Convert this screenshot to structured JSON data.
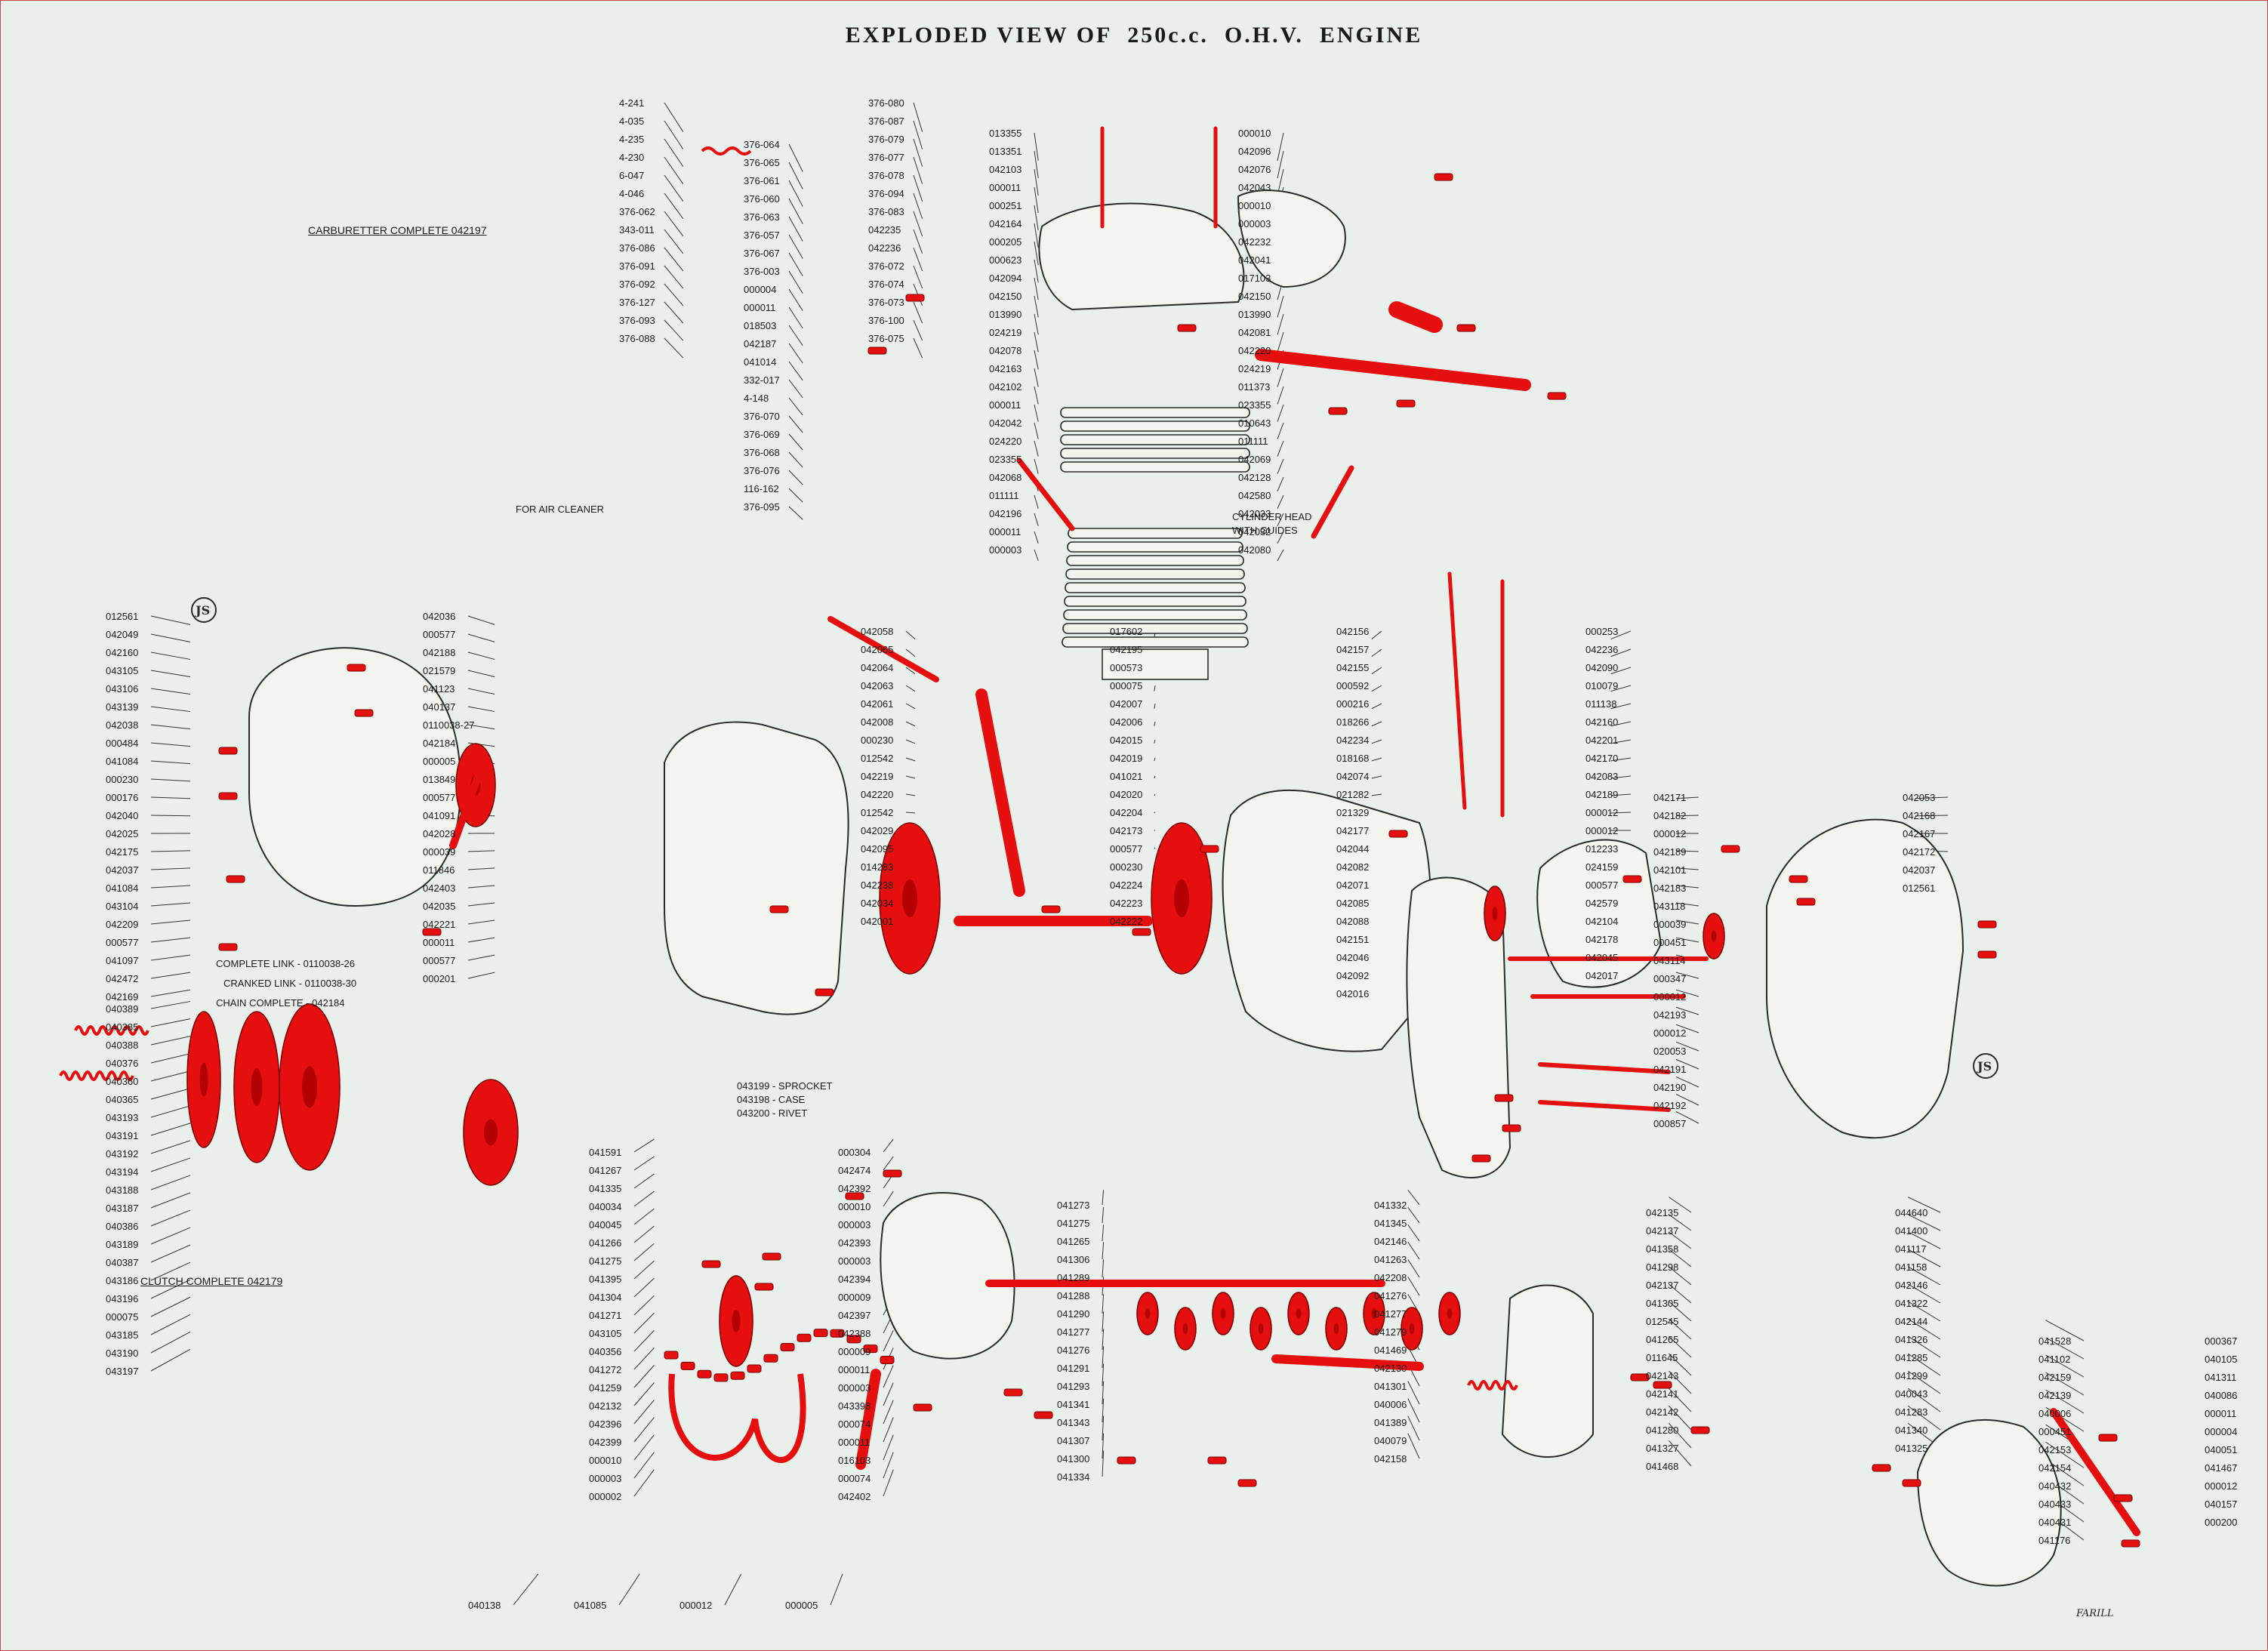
{
  "title": "EXPLODED VIEW OF  250c.c.  O.H.V.  ENGINE",
  "colors": {
    "part": "#e60f0f",
    "outline": "#2a2a2a",
    "paper": "#e9efea"
  },
  "captions": {
    "carburetter": "CARBURETTER COMPLETE 042197",
    "clutch": "CLUTCH COMPLETE 042179",
    "air_cleaner": "FOR AIR CLEANER",
    "cyl_head": "CYLINDER HEAD",
    "with_guides": "WITH GUIDES",
    "complete_link": "COMPLETE LINK - 0110038-26",
    "cranked_link": "CRANKED LINK - 0110038-30",
    "chain_complete": "CHAIN COMPLETE - 042184",
    "sprocket_list": [
      "043199 - SPROCKET",
      "043198 - CASE",
      "043200 - RIVET"
    ]
  },
  "logos": [
    {
      "text": "JS"
    },
    {
      "text": "JS"
    }
  ],
  "part_numbers": [
    "4-241",
    "4-035",
    "4-235",
    "4-230",
    "6-047",
    "4-046",
    "376-062",
    "343-011",
    "376-086",
    "376-091",
    "376-092",
    "376-127",
    "376-093",
    "376-088",
    "376-080",
    "376-087",
    "376-079",
    "376-077",
    "376-078",
    "376-094",
    "376-083",
    "042235",
    "042236",
    "376-072",
    "376-074",
    "376-073",
    "376-100",
    "376-075",
    "376-064",
    "376-065",
    "376-061",
    "376-060",
    "376-063",
    "376-057",
    "376-067",
    "376-003",
    "000004",
    "000011",
    "018503",
    "042187",
    "041014",
    "332-017",
    "4-148",
    "376-070",
    "376-069",
    "376-068",
    "376-076",
    "116-162",
    "376-095",
    "013355",
    "013351",
    "042103",
    "000011",
    "000251",
    "042164",
    "000205",
    "000623",
    "042094",
    "042150",
    "013990",
    "024219",
    "042078",
    "042163",
    "042102",
    "000011",
    "042042",
    "024220",
    "023355",
    "042068",
    "011111",
    "042196",
    "000011",
    "000003",
    "000010",
    "042096",
    "042076",
    "042043",
    "000010",
    "000003",
    "042232",
    "042041",
    "017103",
    "042150",
    "013990",
    "042081",
    "042220",
    "024219",
    "011373",
    "023355",
    "010643",
    "011111",
    "042069",
    "042128",
    "042580",
    "042033",
    "042032",
    "042080",
    "012561",
    "042049",
    "042160",
    "043105",
    "043106",
    "043139",
    "042038",
    "000484",
    "041084",
    "000230",
    "000176",
    "042040",
    "042025",
    "042175",
    "042037",
    "041084",
    "043104",
    "042209",
    "000577",
    "041097",
    "042472",
    "042169",
    "042036",
    "000577",
    "042188",
    "021579",
    "041123",
    "040137",
    "0110038-27",
    "042184",
    "000005",
    "013849",
    "000577",
    "041091",
    "042028",
    "000039",
    "011846",
    "042403",
    "042035",
    "042221",
    "000011",
    "000577",
    "000201",
    "042058",
    "042065",
    "042064",
    "042063",
    "042061",
    "042008",
    "000230",
    "012542",
    "042219",
    "042220",
    "012542",
    "042029",
    "042095",
    "014283",
    "042238",
    "042034",
    "042001",
    "017602",
    "042195",
    "000573",
    "000075",
    "042007",
    "042006",
    "042015",
    "042019",
    "041021",
    "042020",
    "042204",
    "042173",
    "000577",
    "000230",
    "042224",
    "042223",
    "042222",
    "042156",
    "042157",
    "042155",
    "000592",
    "000216",
    "018266",
    "042234",
    "018168",
    "042074",
    "021282",
    "021329",
    "042177",
    "042044",
    "042082",
    "042071",
    "042085",
    "042088",
    "042151",
    "042046",
    "042092",
    "042016",
    "000253",
    "042236",
    "042090",
    "010079",
    "011138",
    "042160",
    "042201",
    "042170",
    "042083",
    "042189",
    "000012",
    "000012",
    "012233",
    "024159",
    "000577",
    "042579",
    "042104",
    "042178",
    "042045",
    "042017",
    "042171",
    "042182",
    "000012",
    "042189",
    "042101",
    "042183",
    "043118",
    "000039",
    "000451",
    "043114",
    "000347",
    "000012",
    "042193",
    "000012",
    "020053",
    "042191",
    "042190",
    "042192",
    "000857",
    "042053",
    "042168",
    "042167",
    "042172",
    "042037",
    "012561",
    "040389",
    "040385",
    "040388",
    "040376",
    "040360",
    "040365",
    "043193",
    "043191",
    "043192",
    "043194",
    "043188",
    "043187",
    "040386",
    "043189",
    "040387",
    "043186",
    "043196",
    "000075",
    "043185",
    "043190",
    "043197",
    "041591",
    "041267",
    "041335",
    "040034",
    "040045",
    "041266",
    "041275",
    "041395",
    "041304",
    "041271",
    "043105",
    "040356",
    "041272",
    "041259",
    "042132",
    "042396",
    "042399",
    "000010",
    "000003",
    "000002",
    "000304",
    "042474",
    "042392",
    "000010",
    "000003",
    "042393",
    "000003",
    "042394",
    "000009",
    "042397",
    "042388",
    "000009",
    "000011",
    "000003",
    "043398",
    "000074",
    "000011",
    "016103",
    "000074",
    "042402",
    "041273",
    "041275",
    "041265",
    "041306",
    "041289",
    "041288",
    "041290",
    "041277",
    "041276",
    "041291",
    "041293",
    "041341",
    "041343",
    "041307",
    "041300",
    "041334",
    "041332",
    "041345",
    "042146",
    "041263",
    "042208",
    "041276",
    "041277",
    "041279",
    "041469",
    "042130",
    "041301",
    "040006",
    "041389",
    "040079",
    "042158",
    "042135",
    "042137",
    "041358",
    "041298",
    "042137",
    "041305",
    "012545",
    "041265",
    "011645",
    "042143",
    "042141",
    "042142",
    "041280",
    "041327",
    "041468",
    "044640",
    "041400",
    "041117",
    "041158",
    "042146",
    "041322",
    "042144",
    "041326",
    "041285",
    "041299",
    "040043",
    "041283",
    "041340",
    "041325",
    "041528",
    "041102",
    "042159",
    "042139",
    "040006",
    "000451",
    "042153",
    "042154",
    "040432",
    "040433",
    "040431",
    "041176",
    "000367",
    "040105",
    "041311",
    "040086",
    "000011",
    "000004",
    "040051",
    "041467",
    "000012",
    "040157",
    "000200",
    "040138",
    "041085",
    "000012",
    "000005"
  ],
  "signature": "FARILL"
}
